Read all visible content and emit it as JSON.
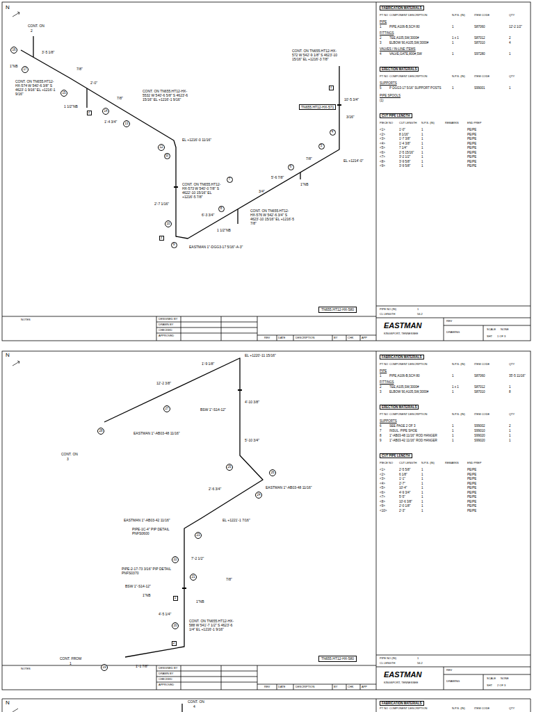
{
  "diagram": {
    "nodes": [
      {
        "text": [
          "TN655.HT12-HX-580"
        ]
      },
      {
        "text": [
          "16"
        ]
      },
      {
        "text": [
          "17"
        ]
      },
      {
        "text": [
          "15"
        ]
      },
      {
        "text": [
          "14"
        ]
      },
      {
        "text": [
          "13"
        ]
      },
      {
        "text": [
          "12"
        ]
      },
      {
        "text": [
          "11"
        ]
      },
      {
        "text": [
          "10"
        ]
      },
      {
        "text": [
          "9"
        ]
      },
      {
        "text": [
          "8"
        ]
      },
      {
        "text": [
          "7"
        ]
      },
      {
        "text": [
          "6"
        ]
      },
      {
        "text": [
          "5"
        ]
      },
      {
        "text": [
          "4"
        ]
      },
      {
        "text": [
          "1"
        ]
      },
      {
        "text": [
          "2"
        ]
      },
      {
        "text": [
          "3"
        ]
      },
      {
        "text": [
          "TN655.HT12-HX-580"
        ]
      },
      {
        "text": [
          "28"
        ]
      },
      {
        "text": [
          "27"
        ]
      },
      {
        "text": [
          "26"
        ]
      },
      {
        "text": [
          "25"
        ]
      },
      {
        "text": [
          "24"
        ]
      },
      {
        "text": [
          "23"
        ]
      },
      {
        "text": [
          "22"
        ]
      },
      {
        "text": [
          "21"
        ]
      },
      {
        "text": [
          "20"
        ]
      },
      {
        "text": [
          "19"
        ]
      },
      {
        "text": [
          "1"
        ]
      },
      {
        "text": [
          "2"
        ]
      }
    ],
    "labels": [
      "N",
      "CONT. ON",
      "2",
      "1\"NB",
      "CONT. ON TN655.HT12-HX-574 W 540'-6 3/8\" S 4623'-1 9/16\" EL +1216'-1 9/16\"",
      "3'-5 1/8\"",
      "7/8\"",
      "2'-0\"",
      "CONT. ON TN655.HT12-HX-5532 W 540'-6 5/8\" S 4623'-6 15/16\" EL +1216'-1 9/16\"",
      "1 1/2\"NB",
      "7/8\"",
      "1'-4 3/4\"",
      "EL +1216'-0 11/16\"",
      "CONT. ON TN655.HT12-HX-572 W 542'-9 1/8\" S 4623'-10 15/16\" EL +1216'-3 7/8\"",
      "10'-5 3/4\"",
      "TN655.HT12-HX-571",
      "3/16\"",
      "EL +1214'-0\"",
      "7/8\"",
      "1\"NB",
      "2'-7 1/16\"",
      "CONT. ON TN655.HT12-HX-573 W 540'-0 7/8\" S 4622'-10 15/16\" EL +1216'-5 7/8\"",
      "3/4\"",
      "CONT. ON TN655.HT12-HX-576 W 542'-6 3/4\" S 4623'-10 15/16\" EL +1216'-5 7/8\"",
      "1 1/2\"NB",
      "6'-3 3/4\"",
      "EASTMAN 1\"-DGG3-17 5/16\"-A-3\"",
      "5'-6 7/8\"",
      "FABRICATION MATERIALS",
      "PT NO",
      "COMPONENT DESCRIPTION",
      "N.P.S. (IN)",
      "ITEM CODE",
      "QTY",
      "PIPE",
      "1",
      "PIPE,A106-B,SCH 80",
      "1",
      "S87060",
      "12'-2 1/2\"",
      "FITTINGS",
      "2",
      "TEE,A105,SW,3000#",
      "1 x 1",
      "S87012",
      "2",
      "3",
      "ELBOW 90,A105,SW,3000#",
      "1",
      "S87010",
      "4",
      "VALVES / IN-LINE ITEMS",
      "4",
      "VALVE,GATE,800#,SW",
      "1",
      "S97280",
      "1",
      "ERECTION MATERIALS",
      "PT NO",
      "COMPONENT DESCRIPTION",
      "N.P.S. (IN)",
      "ITEM CODE",
      "QTY",
      "SUPPORTS",
      "5",
      "P DGG3-17 5/16\" SUPPORT POSTS",
      "1",
      "S99001",
      "1",
      "PIPE SPOOLS",
      "(1)",
      "CUT PIPE LENGTH",
      "PIECE NO",
      "CUT LENGTH",
      "N.P.S. (IN)",
      "REMARKS",
      "END PREP",
      "<1>",
      "1'-0\"",
      "1",
      "PE/PE",
      "<2>",
      "8 1/16\"",
      "1",
      "PE/PE",
      "<3>",
      "1'-7 3/8\"",
      "1",
      "PE/PE",
      "<4>",
      "1'-4 3/8\"",
      "1",
      "PE/PE",
      "<5>",
      "7 1/4\"",
      "1",
      "PE/PE",
      "<6>",
      "2'-5 15/16\"",
      "1",
      "PE/PE",
      "<7>",
      "3'-2 1/2\"",
      "1",
      "PE/PE",
      "<8>",
      "3'-9 5/8\"",
      "1",
      "PE/PE",
      "<9>",
      "3'-9 5/8\"",
      "1",
      "PE/PE",
      "NOTES",
      "DESIGNED BY",
      "DRAWN BY",
      "CHECKED",
      "APPROVED",
      "REV",
      "DATE",
      "DESCRIPTION",
      "BY",
      "CHK",
      "APP",
      "PIPE NO (IN)",
      "1",
      "CL LENGTH",
      "56.2",
      "EASTMAN",
      "KINGSPORT, TENNESSEE",
      "REV",
      "DRAWING",
      "SCALE",
      "NONE",
      "SHT",
      "1 OF 3",
      "N",
      "EL +1220'-11 15/16\"",
      "12'-2 3/8\"",
      "1'-9 1/8\"",
      "4'-10 3/8\"",
      "BSW 1\"-S14-12\"",
      "EASTMAN 1\"-AB03-48 11/16\"",
      "CONT. ON",
      "3",
      "5'-10 3/4\"",
      "EASTMAN 1\"-AB03-48 11/16\"",
      "2'-6 3/4\"",
      "EL +1221'-1 7/16\"",
      "EASTMAN 1\"-AB03-42 11/16\"",
      "PIPE-1C-4\" PIP DETAIL PNFS0600",
      "PIPE-2-17-73 3/16\" PIP DETAIL PNFS0370",
      "BSW 1\"-S14-12\"",
      "1\"NB",
      "1\"NB",
      "7/8\"",
      "4'-5 1/4\"",
      "CONT. ON TN655.HT12-HX-588 W 541'-7 1/2\" S 4623'-6 1/4\" EL +1216'-1 9/16\"",
      "CONT. FROM",
      "1",
      "1'-1 7/8\"",
      "7'-2 1/2\"",
      "FABRICATION MATERIALS",
      "PT NO",
      "COMPONENT DESCRIPTION",
      "N.P.S. (IN)",
      "ITEM CODE",
      "QTY",
      "PIPE",
      "1",
      "PIPE,A106-B,SCH 80",
      "1",
      "S87060",
      "35'-5 11/16\"",
      "FITTINGS",
      "2",
      "TEE,A105,SW,3000#",
      "1 x 1",
      "S87012",
      "1",
      "3",
      "ELBOW 90,A105,SW,3000#",
      "1",
      "S87010",
      "8",
      "ERECTION MATERIALS",
      "PT NO",
      "COMPONENT DESCRIPTION",
      "N.P.S. (IN)",
      "ITEM CODE",
      "QTY",
      "SUPPORTS",
      "6",
      "SEE PAGE 2 OF 3",
      "1",
      "S99002",
      "2",
      "7",
      "INSUL. PIPE SHOE",
      "1",
      "S99010",
      "1",
      "8",
      "1\"-AB03-48 11/16\" ROD HANGER",
      "1",
      "S99020",
      "1",
      "9",
      "1\"-AB03-42 11/16\" ROD HANGER",
      "1",
      "S99020",
      "1",
      "CUT PIPE LENGTH",
      "PIECE NO",
      "CUT LENGTH",
      "N.P.S. (IN)",
      "REMARKS",
      "END PREP",
      "<1>",
      "2'-5 5/8\"",
      "1",
      "PE/PE",
      "<2>",
      "6 1/8\"",
      "1",
      "PE/PE",
      "<3>",
      "1'-1\"",
      "1",
      "PE/PE",
      "<4>",
      "2'-7\"",
      "1",
      "PE/PE",
      "<5>",
      "10'-4\"",
      "1",
      "PE/PE",
      "<6>",
      "4'-9 3/4\"",
      "1",
      "PE/PE",
      "<7>",
      "5'-5\"",
      "1",
      "PE/PE",
      "<8>",
      "10'-6 3/8\"",
      "1",
      "PE/PE",
      "<9>",
      "2'-0 1/8\"",
      "1",
      "PE/PE",
      "<10>",
      "2'-3\"",
      "1",
      "PE/PE",
      "NOTES",
      "DESIGNED BY",
      "DRAWN BY",
      "CHECKED",
      "APPROVED",
      "REV",
      "DATE",
      "DESCRIPTION",
      "BY",
      "CHK",
      "APP",
      "PIPE NO (IN)",
      "1",
      "CL LENGTH",
      "56.2",
      "EASTMAN",
      "KINGSPORT, TENNESSEE",
      "REV",
      "DRAWING",
      "SCALE",
      "NONE",
      "SHT",
      "2 OF 3",
      "N",
      "CONT. ON",
      "4",
      "FABRICATION MATERIALS",
      "PT NO",
      "COMPONENT DESCRIPTION",
      "N.P.S. (IN)",
      "ITEM CODE",
      "QTY"
    ]
  }
}
